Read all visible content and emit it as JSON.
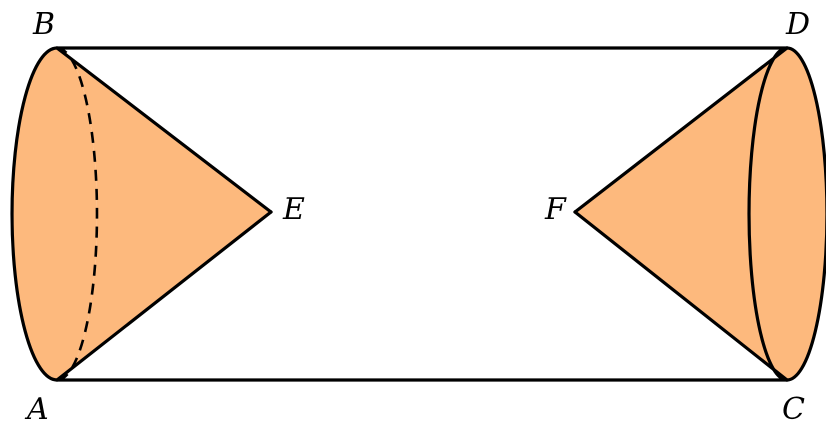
{
  "diagram": {
    "colors": {
      "cone_fill": "#FDB97D",
      "line": "#000000",
      "background": "#FFFFFF"
    },
    "points": {
      "A": "A",
      "B": "B",
      "C": "C",
      "D": "D",
      "E": "E",
      "F": "F"
    },
    "hidden_edge_style": "dashed"
  }
}
